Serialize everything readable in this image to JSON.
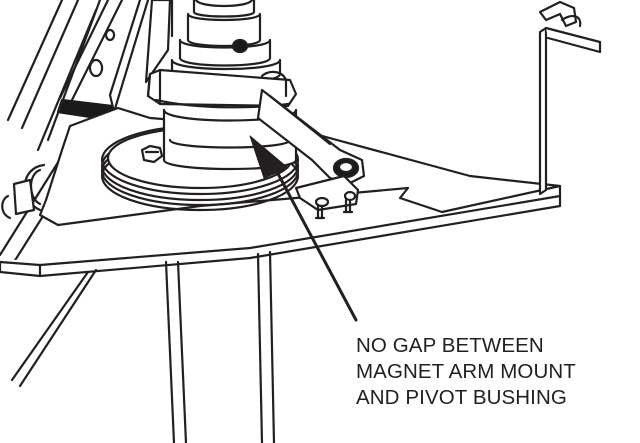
{
  "callout": {
    "lines": [
      "NO GAP BETWEEN",
      "MAGNET ARM MOUNT",
      "AND PIVOT BUSHING"
    ]
  },
  "colors": {
    "line": "#231f20",
    "shadow": "#1a1a1a",
    "fill": "#ffffff"
  }
}
